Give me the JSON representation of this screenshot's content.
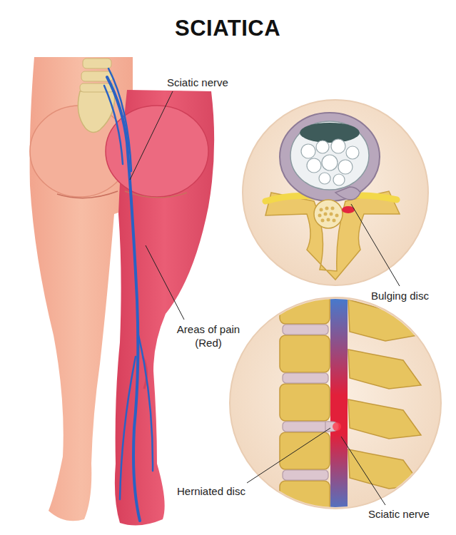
{
  "diagram": {
    "title": "SCIATICA",
    "labels": [
      "Sciatic nerve",
      "Areas of pain (Red)",
      "Bulging disc",
      "Herniated disc",
      "Sciatic nerve"
    ]
  }
}
